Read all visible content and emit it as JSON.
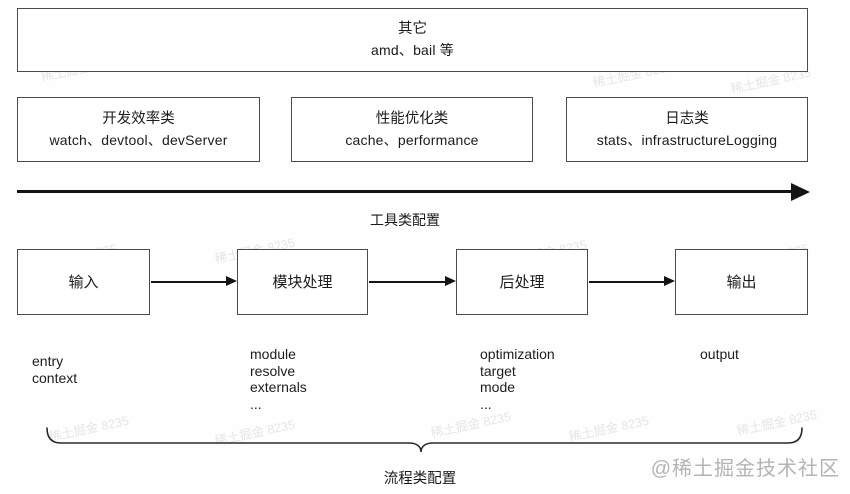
{
  "misc_box": {
    "title": "其它",
    "subtitle": "amd、bail 等"
  },
  "tool_boxes": [
    {
      "title": "开发效率类",
      "subtitle": "watch、devtool、devServer"
    },
    {
      "title": "性能优化类",
      "subtitle": "cache、performance"
    },
    {
      "title": "日志类",
      "subtitle": "stats、infrastructureLogging"
    }
  ],
  "tool_axis": {
    "label": "工具类配置"
  },
  "flow": {
    "boxes": [
      {
        "label": "输入"
      },
      {
        "label": "模块处理"
      },
      {
        "label": "后处理"
      },
      {
        "label": "输出"
      }
    ],
    "notes": [
      {
        "lines": [
          "entry",
          "context"
        ]
      },
      {
        "lines": [
          "module",
          "resolve",
          "externals",
          "..."
        ]
      },
      {
        "lines": [
          "optimization",
          "target",
          "mode",
          "..."
        ]
      },
      {
        "lines": [
          "output"
        ]
      }
    ],
    "brace_label": "流程类配置"
  },
  "watermarks": {
    "credit": "@稀土掘金技术社区",
    "tile": "稀土掘金 8235"
  },
  "colors": {
    "line": "#141414",
    "border": "#4b4b4b",
    "text": "#1b1b1b",
    "credit_gray": "#b4b4b4",
    "background": "#fefefe"
  }
}
